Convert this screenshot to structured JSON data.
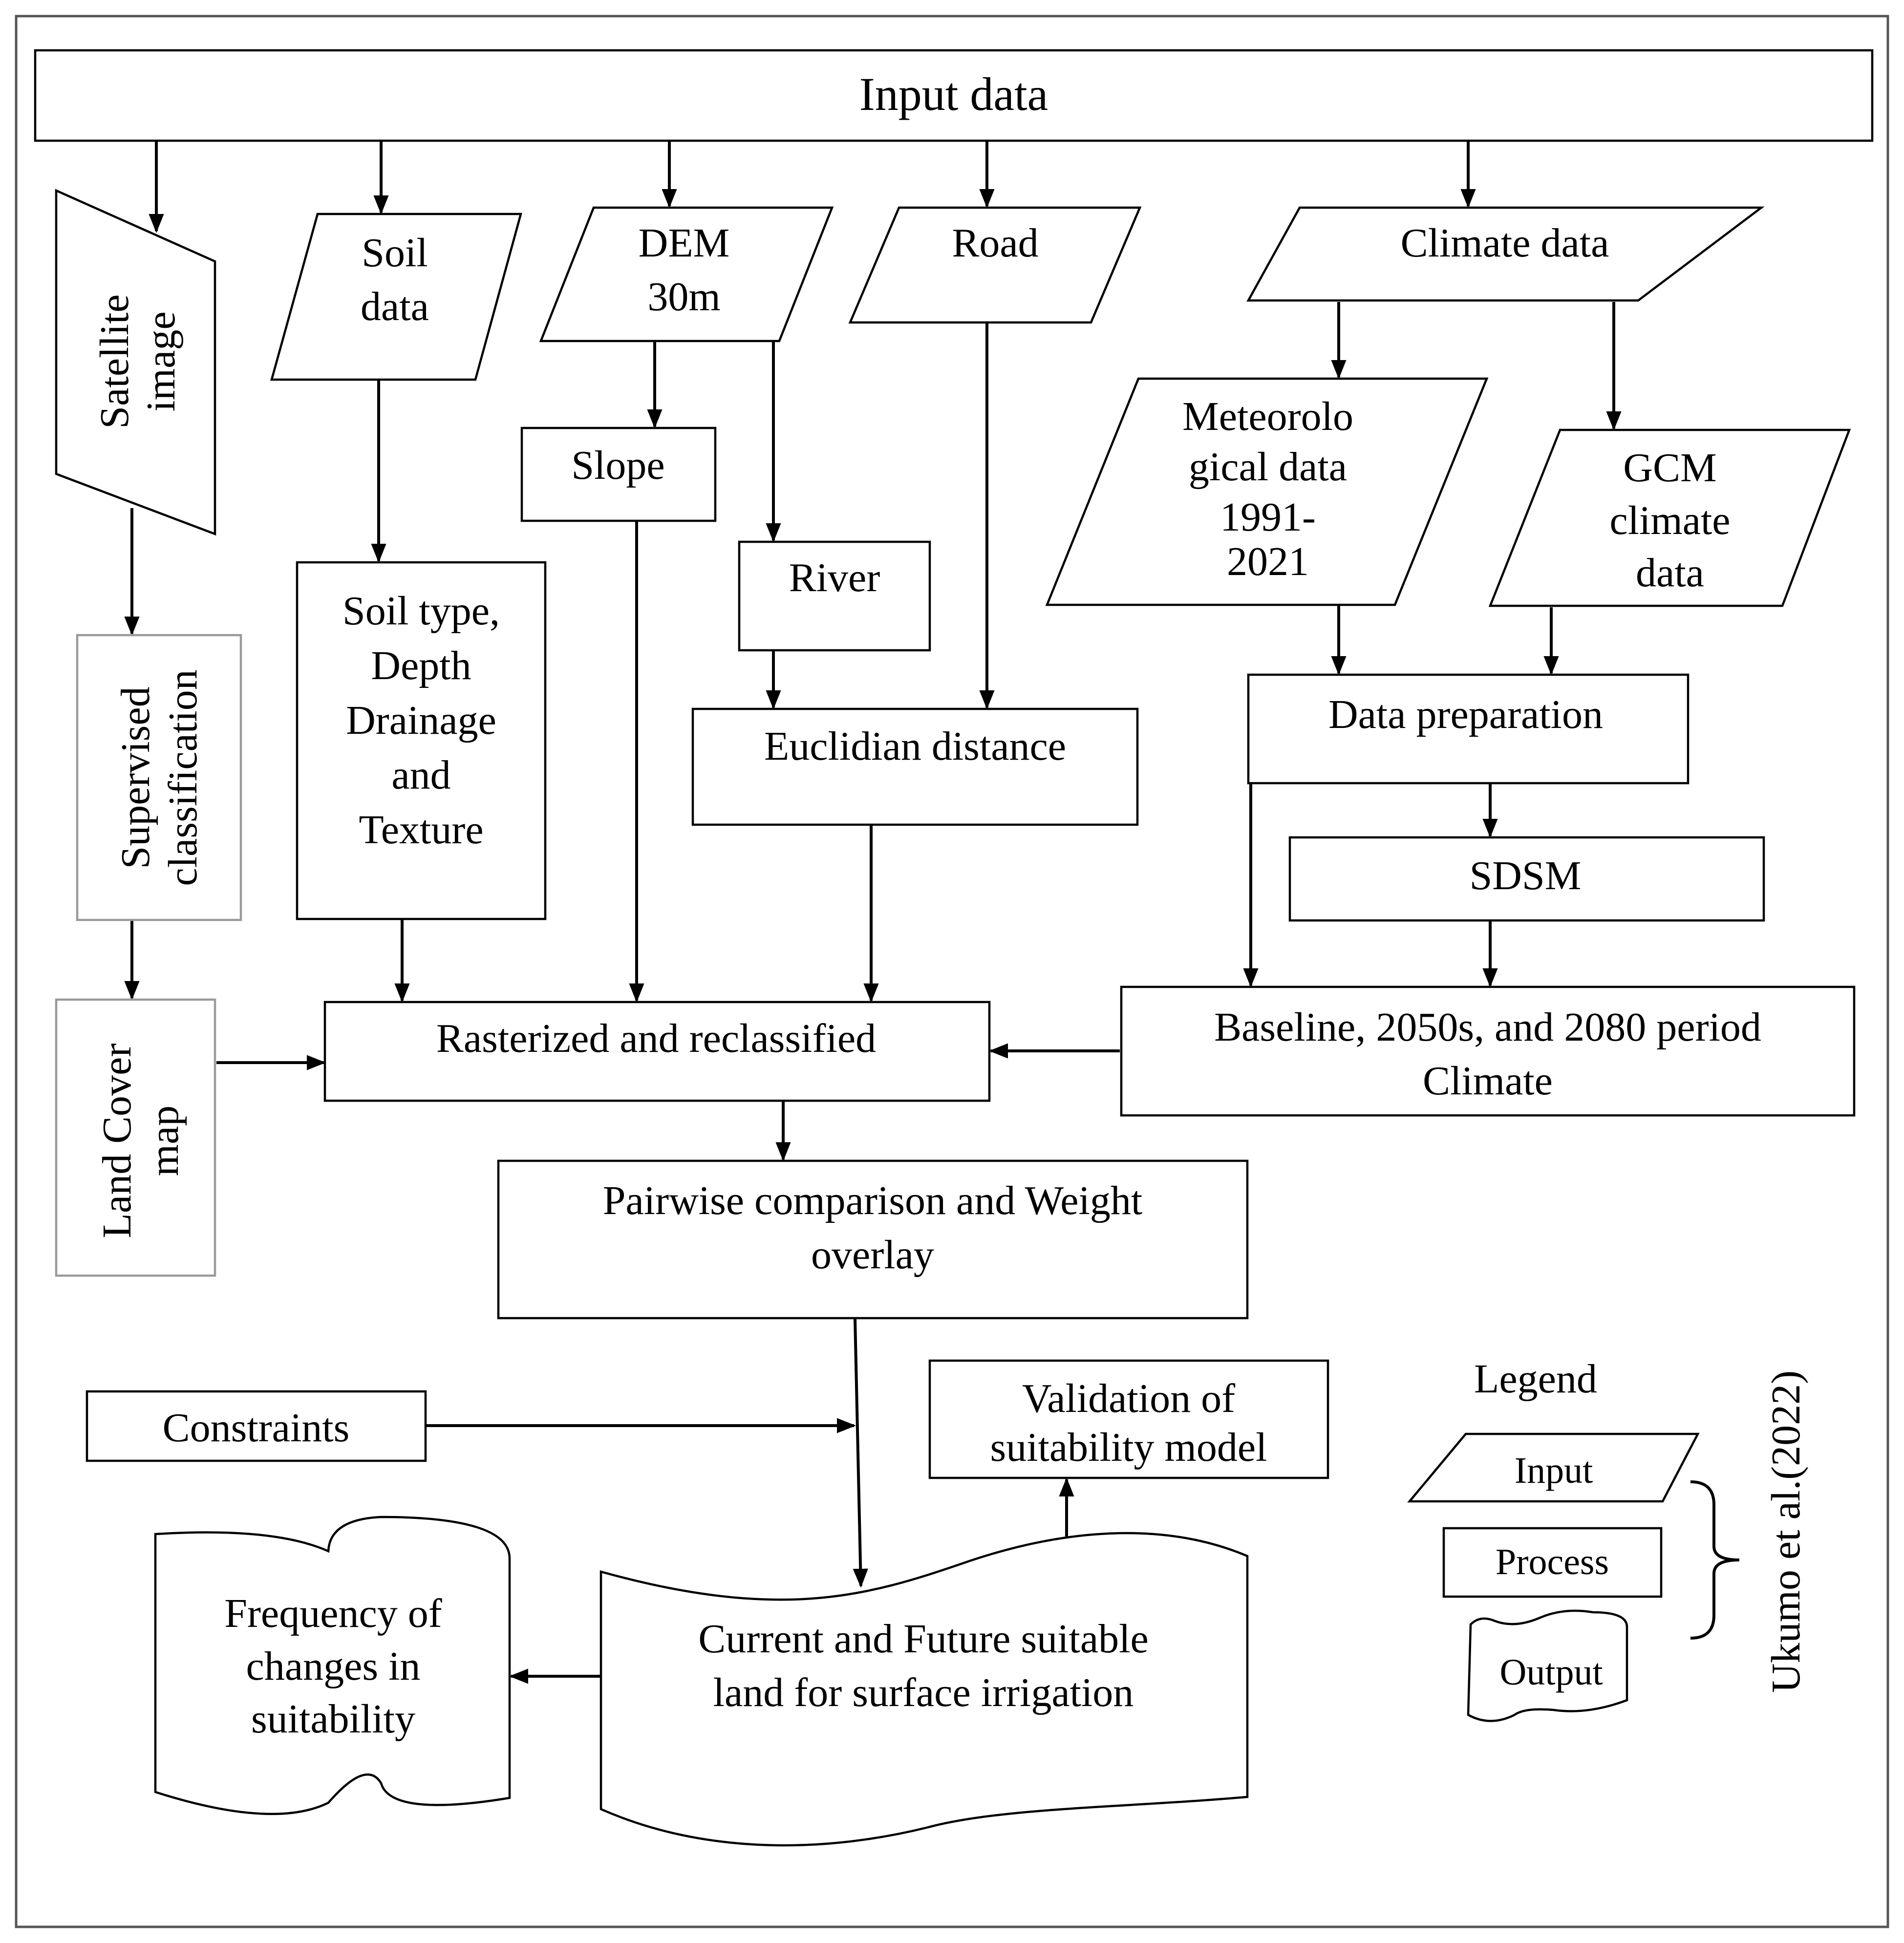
{
  "nodes": {
    "input_data": "Input data",
    "satellite_image": [
      "Satellite",
      "image"
    ],
    "soil_data": [
      "Soil",
      "data"
    ],
    "dem": [
      "DEM",
      "30m"
    ],
    "road": "Road",
    "climate_data": "Climate data",
    "meteorological_data": [
      "Meteorolo",
      "gical data",
      "1991-",
      "2021"
    ],
    "gcm_climate_data": [
      "GCM",
      "climate",
      "data"
    ],
    "slope": "Slope",
    "river": "River",
    "soil_properties": [
      "Soil type,",
      "Depth",
      "Drainage",
      "and",
      "Texture"
    ],
    "supervised_classification": [
      "Supervised",
      "classification"
    ],
    "euclidian_distance": "Euclidian distance",
    "data_preparation": "Data preparation",
    "sdsm": "SDSM",
    "land_cover_map": [
      "Land Cover",
      "map"
    ],
    "rasterized_reclassified": "Rasterized and reclassified",
    "climate_periods": [
      "Baseline, 2050s, and 2080 period",
      "Climate"
    ],
    "pairwise_weight_overlay": [
      "Pairwise comparison and Weight",
      "overlay"
    ],
    "constraints": "Constraints",
    "validation": [
      "Validation of",
      "suitability model"
    ],
    "suitable_land": [
      "Current and Future suitable",
      "land for surface irrigation"
    ],
    "frequency_changes": [
      "Frequency of",
      "changes in",
      "suitability"
    ]
  },
  "legend": {
    "title": "Legend",
    "input": "Input",
    "process": "Process",
    "output": "Output"
  },
  "credit": "Ukumo et al.(2022)",
  "colors": {
    "stroke": "#000000",
    "light_border": "#9a9a9a",
    "background": "#ffffff"
  }
}
